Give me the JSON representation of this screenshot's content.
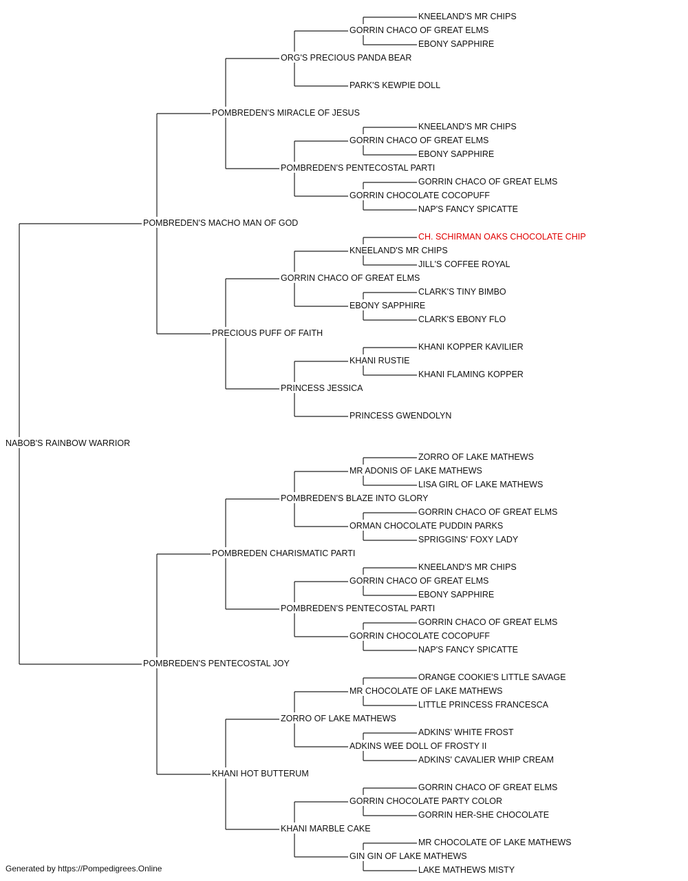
{
  "pedigree": {
    "name": "NABOB'S RAINBOW WARRIOR",
    "sire": {
      "name": "POMBREDEN'S MACHO MAN OF GOD",
      "sire": {
        "name": "POMBREDEN'S MIRACLE OF JESUS",
        "sire": {
          "name": "ORG'S PRECIOUS PANDA BEAR",
          "sire": {
            "name": "GORRIN CHACO OF GREAT ELMS",
            "sire": {
              "name": "KNEELAND'S MR CHIPS"
            },
            "dam": {
              "name": "EBONY SAPPHIRE"
            }
          },
          "dam": {
            "name": "PARK'S KEWPIE DOLL"
          }
        },
        "dam": {
          "name": "POMBREDEN'S PENTECOSTAL PARTI",
          "sire": {
            "name": "GORRIN CHACO OF GREAT ELMS",
            "sire": {
              "name": "KNEELAND'S MR CHIPS"
            },
            "dam": {
              "name": "EBONY SAPPHIRE"
            }
          },
          "dam": {
            "name": "GORRIN CHOCOLATE COCOPUFF",
            "sire": {
              "name": "GORRIN CHACO OF GREAT ELMS"
            },
            "dam": {
              "name": "NAP'S FANCY SPICATTE"
            }
          }
        }
      },
      "dam": {
        "name": "PRECIOUS PUFF OF FAITH",
        "sire": {
          "name": "GORRIN CHACO OF GREAT ELMS",
          "sire": {
            "name": "KNEELAND'S MR CHIPS",
            "sire": {
              "name": "CH. SCHIRMAN OAKS CHOCOLATE CHIP",
              "highlight": true
            },
            "dam": {
              "name": "JILL'S COFFEE ROYAL"
            }
          },
          "dam": {
            "name": "EBONY SAPPHIRE",
            "sire": {
              "name": "CLARK'S TINY BIMBO"
            },
            "dam": {
              "name": "CLARK'S EBONY FLO"
            }
          }
        },
        "dam": {
          "name": "PRINCESS JESSICA",
          "sire": {
            "name": "KHANI RUSTIE",
            "sire": {
              "name": "KHANI KOPPER KAVILIER"
            },
            "dam": {
              "name": "KHANI FLAMING KOPPER"
            }
          },
          "dam": {
            "name": "PRINCESS GWENDOLYN"
          }
        }
      }
    },
    "dam": {
      "name": "POMBREDEN'S PENTECOSTAL JOY",
      "sire": {
        "name": "POMBREDEN CHARISMATIC PARTI",
        "sire": {
          "name": "POMBREDEN'S BLAZE INTO GLORY",
          "sire": {
            "name": "MR ADONIS OF LAKE MATHEWS",
            "sire": {
              "name": "ZORRO OF LAKE MATHEWS"
            },
            "dam": {
              "name": "LISA GIRL OF LAKE MATHEWS"
            }
          },
          "dam": {
            "name": "ORMAN CHOCOLATE PUDDIN PARKS",
            "sire": {
              "name": "GORRIN CHACO OF GREAT ELMS"
            },
            "dam": {
              "name": "SPRIGGINS' FOXY LADY"
            }
          }
        },
        "dam": {
          "name": "POMBREDEN'S PENTECOSTAL PARTI",
          "sire": {
            "name": "GORRIN CHACO OF GREAT ELMS",
            "sire": {
              "name": "KNEELAND'S MR CHIPS"
            },
            "dam": {
              "name": "EBONY SAPPHIRE"
            }
          },
          "dam": {
            "name": "GORRIN CHOCOLATE COCOPUFF",
            "sire": {
              "name": "GORRIN CHACO OF GREAT ELMS"
            },
            "dam": {
              "name": "NAP'S FANCY SPICATTE"
            }
          }
        }
      },
      "dam": {
        "name": "KHANI HOT BUTTERUM",
        "sire": {
          "name": "ZORRO OF LAKE MATHEWS",
          "sire": {
            "name": "MR CHOCOLATE OF LAKE MATHEWS",
            "sire": {
              "name": "ORANGE COOKIE'S LITTLE SAVAGE"
            },
            "dam": {
              "name": "LITTLE PRINCESS FRANCESCA"
            }
          },
          "dam": {
            "name": "ADKINS WEE DOLL OF FROSTY II",
            "sire": {
              "name": "ADKINS' WHITE FROST"
            },
            "dam": {
              "name": "ADKINS' CAVALIER WHIP CREAM"
            }
          }
        },
        "dam": {
          "name": "KHANI MARBLE CAKE",
          "sire": {
            "name": "GORRIN CHOCOLATE PARTY COLOR",
            "sire": {
              "name": "GORRIN CHACO OF GREAT ELMS"
            },
            "dam": {
              "name": "GORRIN HER-SHE CHOCOLATE"
            }
          },
          "dam": {
            "name": "GIN GIN OF LAKE MATHEWS",
            "sire": {
              "name": "MR CHOCOLATE OF LAKE MATHEWS"
            },
            "dam": {
              "name": "LAKE MATHEWS MISTY"
            }
          }
        }
      }
    }
  },
  "colors": {
    "text": "#111111",
    "line": "#222222",
    "highlight": "#e00000"
  },
  "footer": "Generated by https://Pompedigrees.Online"
}
